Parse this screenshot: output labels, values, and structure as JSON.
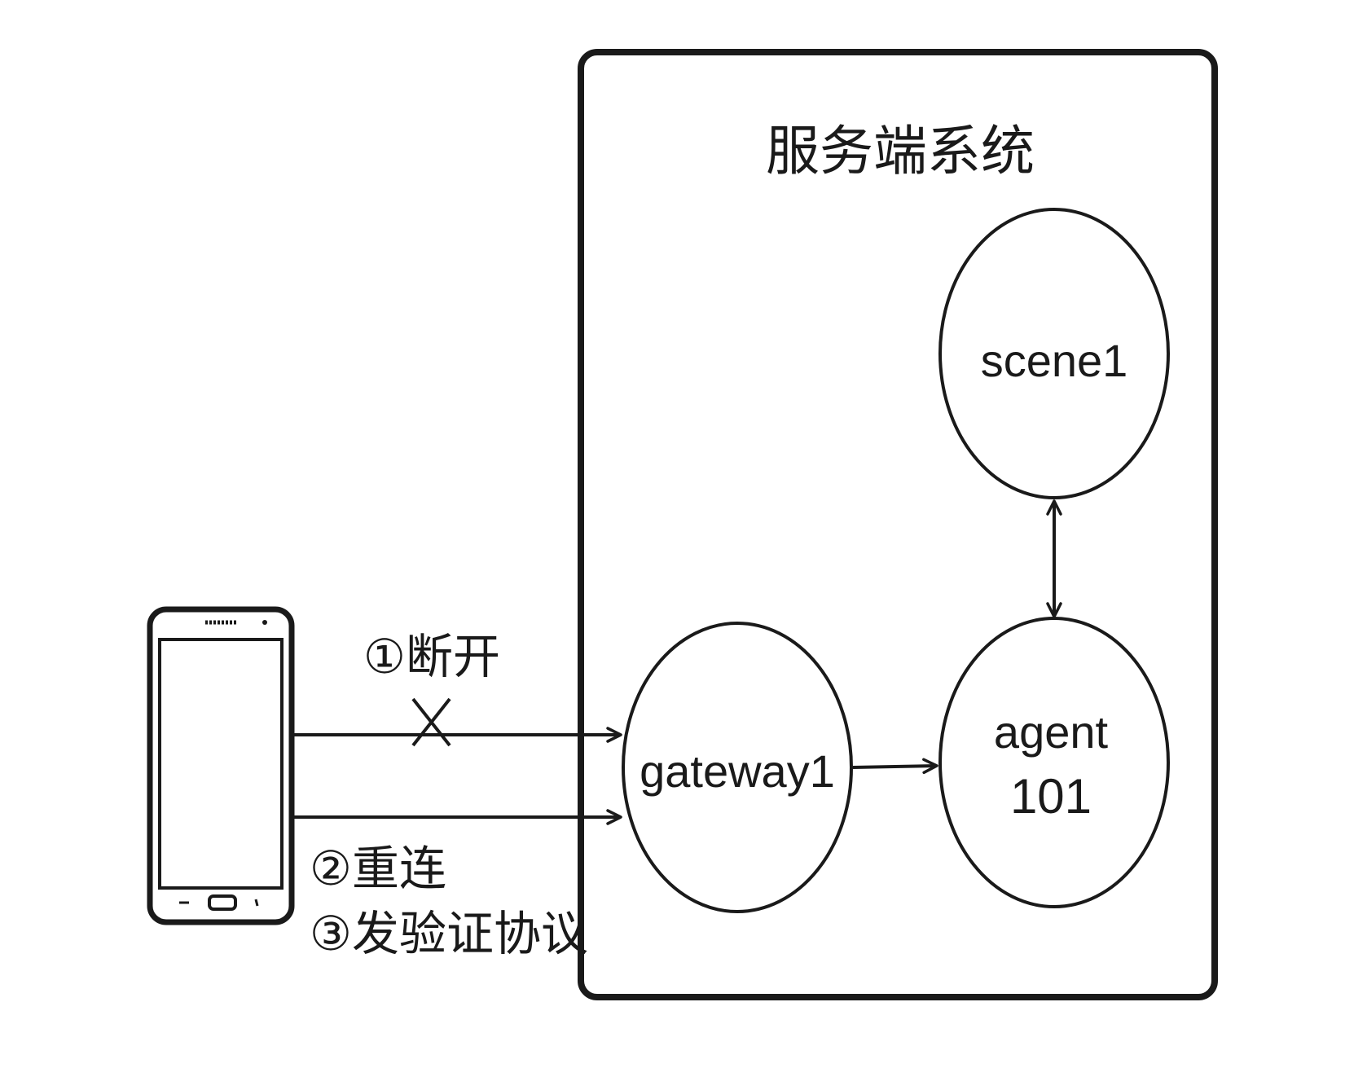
{
  "server_system": {
    "title": "服务端系统"
  },
  "nodes": {
    "scene": {
      "label": "scene1"
    },
    "agent": {
      "label_line1": "agent",
      "label_line2": "101"
    },
    "gateway": {
      "label": "gateway1"
    }
  },
  "steps": {
    "disconnect": "①断开",
    "reconnect": "②重连",
    "send_auth": "③发验证协议"
  },
  "colors": {
    "line": "#1a1a1a",
    "background": "#ffffff"
  }
}
